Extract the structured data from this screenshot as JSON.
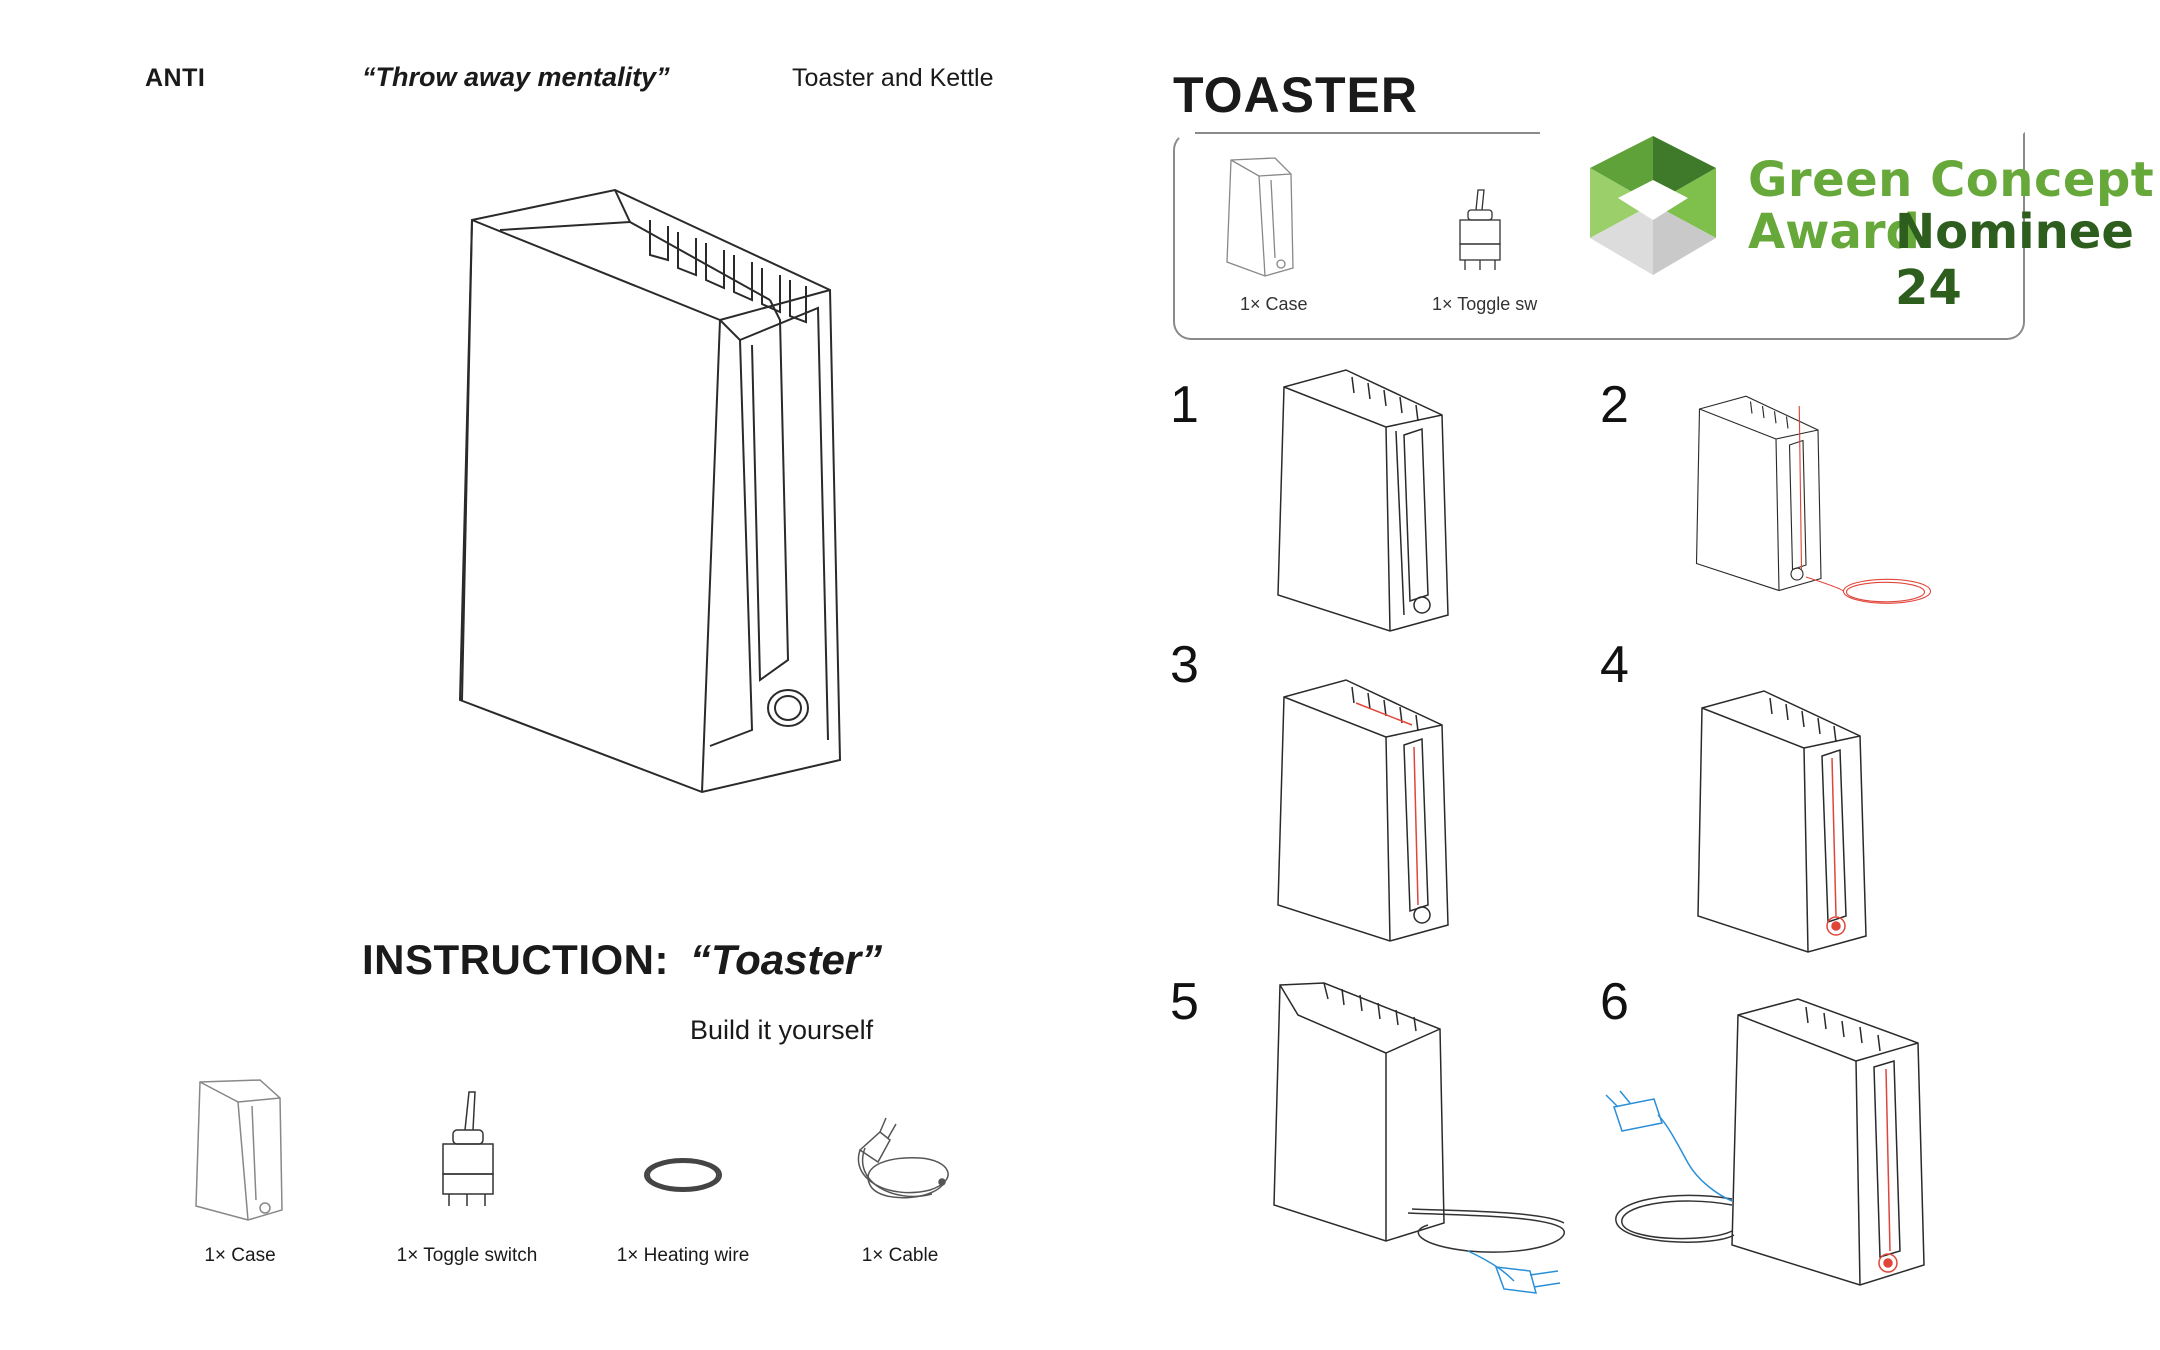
{
  "header": {
    "brand": "ANTI",
    "quote": "“Throw away mentality”",
    "subtitle": "Toaster and Kettle"
  },
  "instruction": {
    "label": "INSTRUCTION:",
    "name": "“Toaster”",
    "sub": "Build it yourself"
  },
  "parts": [
    {
      "label": "1× Case",
      "icon": "case-icon"
    },
    {
      "label": "1× Toggle switch",
      "icon": "toggle-switch-icon"
    },
    {
      "label": "1× Heating wire",
      "icon": "heating-wire-icon"
    },
    {
      "label": "1× Cable",
      "icon": "cable-icon"
    }
  ],
  "right_panel": {
    "title": "TOASTER",
    "box_parts": [
      {
        "label": "1× Case"
      },
      {
        "label": "1× Toggle sw"
      }
    ]
  },
  "award": {
    "line1": "Green Concept",
    "line2a": "Award",
    "line2b": "Nominee 24",
    "colors": {
      "light_green": "#67a83a",
      "dark_green": "#2e5e1e"
    }
  },
  "steps": [
    {
      "number": "1"
    },
    {
      "number": "2"
    },
    {
      "number": "3"
    },
    {
      "number": "4"
    },
    {
      "number": "5"
    },
    {
      "number": "6"
    }
  ],
  "colors": {
    "wire_red": "#e0453a",
    "cable_blue": "#2a8fd8",
    "line": "#2a2a2a"
  }
}
